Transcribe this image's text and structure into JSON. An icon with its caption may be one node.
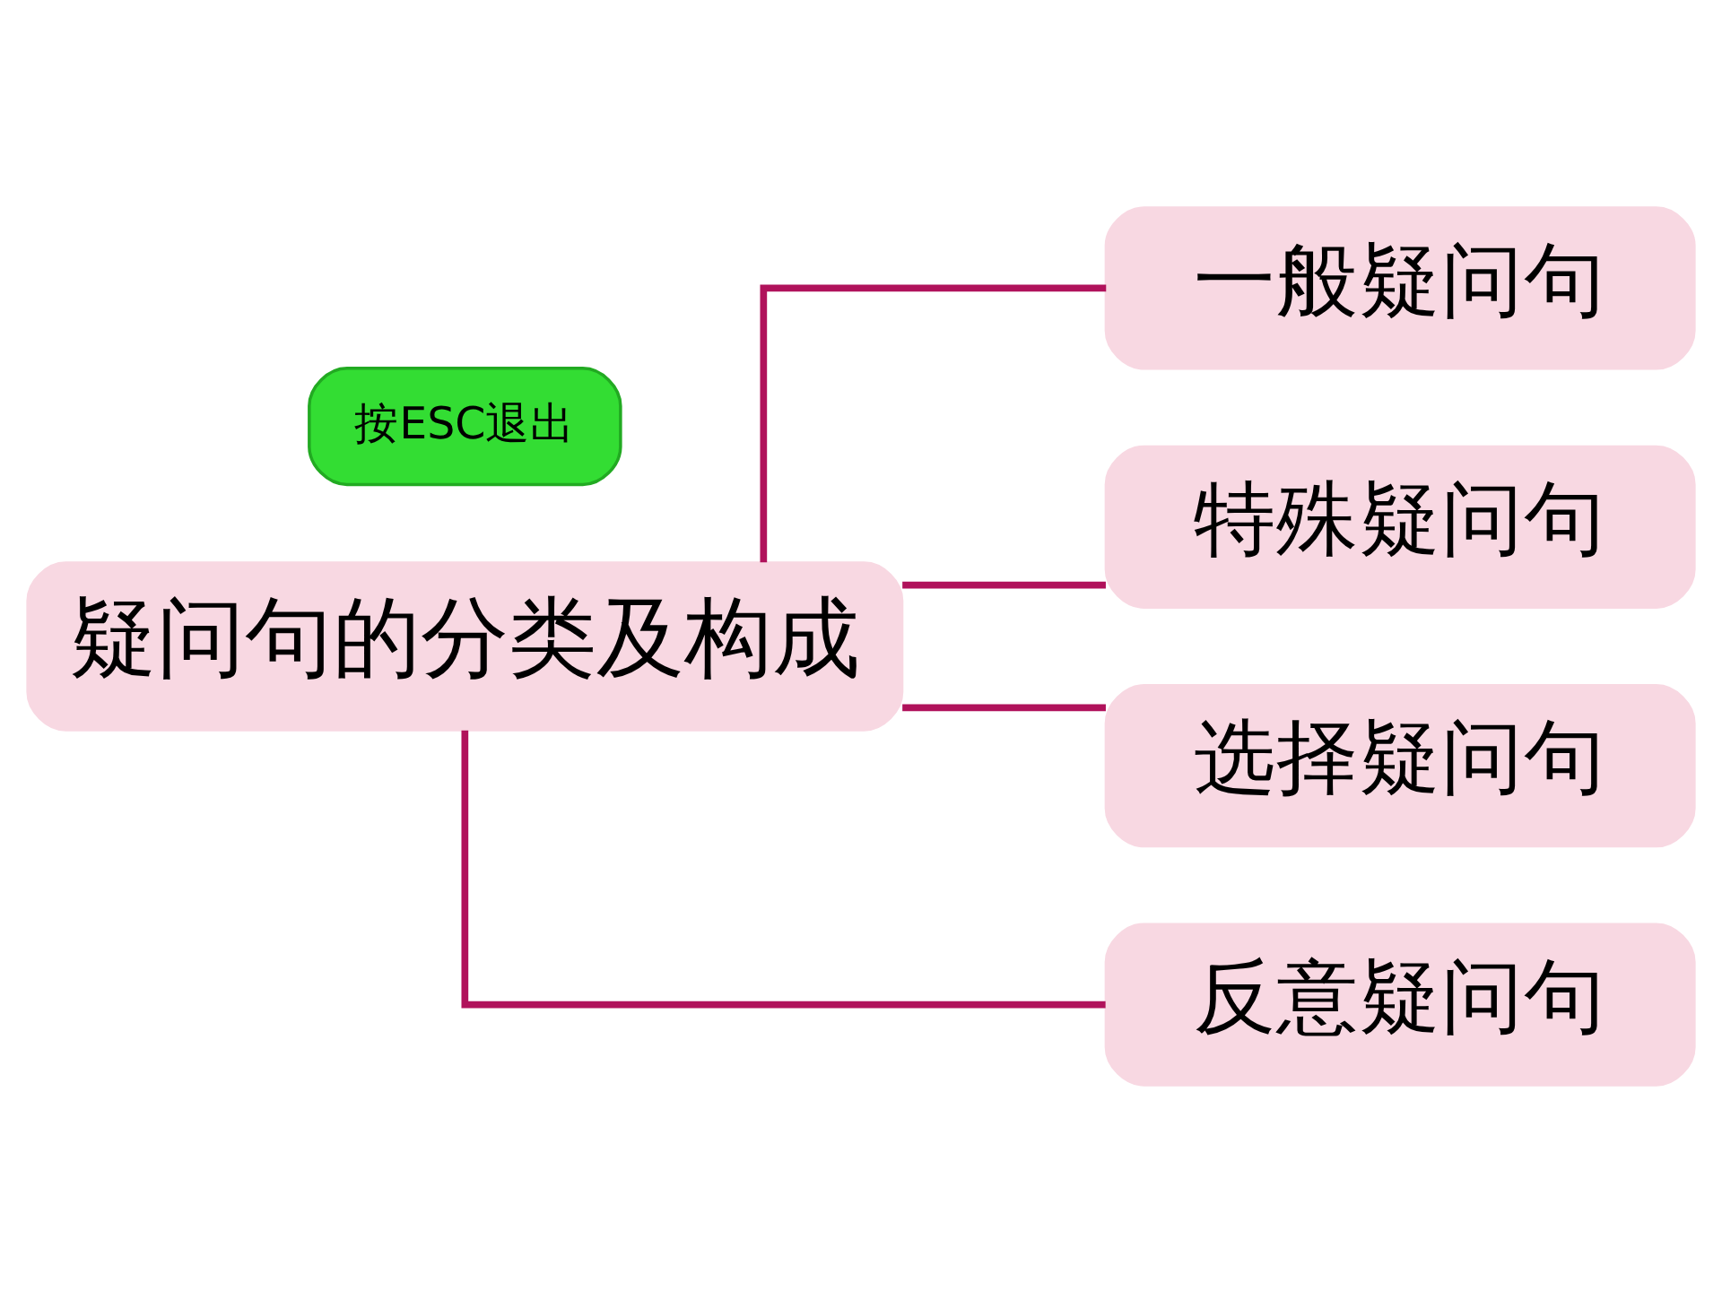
{
  "diagram": {
    "nodes": [
      {
        "text": [
          "疑问句的分类及构成"
        ]
      },
      {
        "text": [
          "一般疑问句"
        ]
      },
      {
        "text": [
          "特殊疑问句"
        ]
      },
      {
        "text": [
          "选择疑问句"
        ]
      },
      {
        "text": [
          "反意疑问句"
        ]
      }
    ],
    "edges": [
      {
        "from": 0,
        "to": 1,
        "arrow": "none"
      },
      {
        "from": 0,
        "to": 2,
        "arrow": "none"
      },
      {
        "from": 0,
        "to": 3,
        "arrow": "none"
      },
      {
        "from": 0,
        "to": 4,
        "arrow": "none"
      }
    ],
    "labels": [
      "按ESC退出"
    ]
  }
}
